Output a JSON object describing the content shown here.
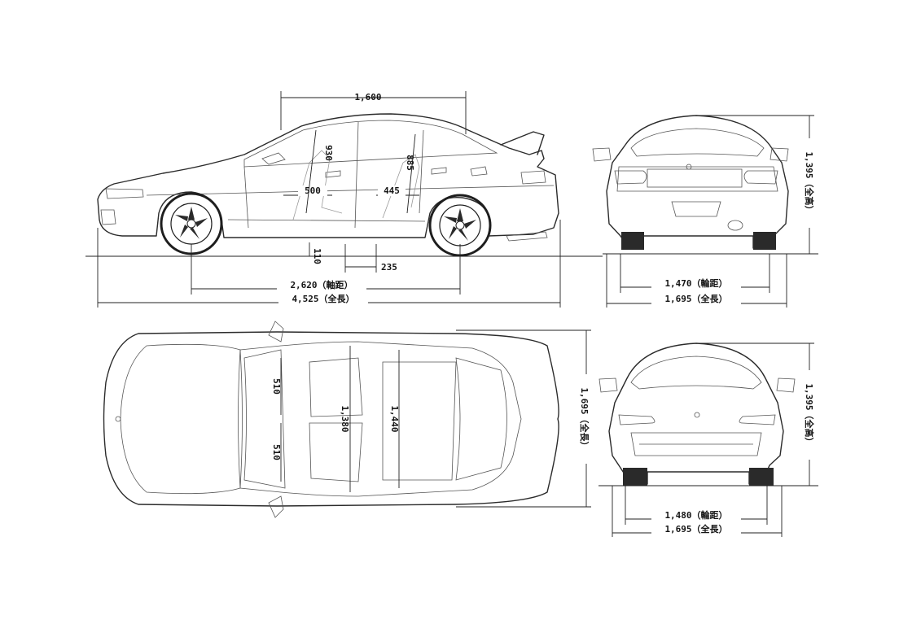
{
  "dimensions": {
    "side_roof_length": "1,600",
    "side_front_legroom": "500",
    "side_rear_legroom": "445",
    "side_front_headroom": "930",
    "side_rear_headroom": "885",
    "side_seat_offset": "235",
    "side_ground_clearance": "110",
    "side_wheelbase": "2,620（軸距）",
    "side_overall_length": "4,525（全長）",
    "rear_track": "1,470（輪距）",
    "rear_overall_width": "1,695（全長）",
    "rear_overall_height": "1,395（全高）",
    "top_front_shoulder": "510",
    "top_rear_shoulder": "510",
    "top_front_width": "1,380",
    "top_rear_width": "1,440",
    "top_overall_width": "1,695（全長）",
    "front_track": "1,480（輪距）",
    "front_overall_width": "1,695（全長）",
    "front_overall_height": "1,395（全高）"
  }
}
